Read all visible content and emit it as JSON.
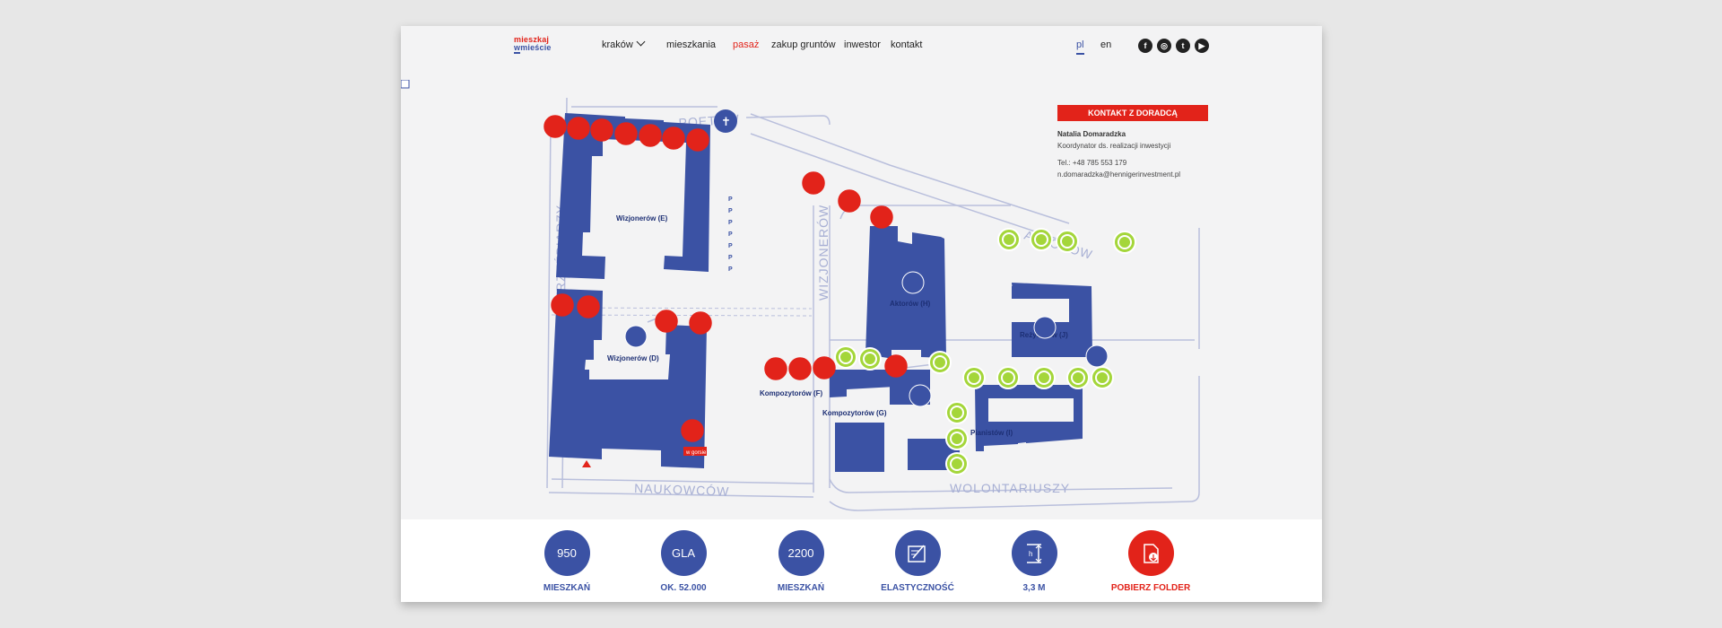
{
  "logo": {
    "line1": "mieszkaj",
    "line2_prefix": "w",
    "line2_rest": "mieście"
  },
  "nav": {
    "items": [
      {
        "label": "kraków"
      },
      {
        "label": "mieszkania"
      },
      {
        "label": "pasaż"
      },
      {
        "label": "zakup gruntów"
      },
      {
        "label": "inwestor"
      },
      {
        "label": "kontakt"
      }
    ],
    "active": "pasaż"
  },
  "languages": {
    "pl": "pl",
    "en": "en",
    "active": "pl"
  },
  "socials": [
    "facebook-icon",
    "instagram-icon",
    "twitter-icon",
    "youtube-icon"
  ],
  "map": {
    "streets": {
      "poetow": "POETÓW",
      "rzezbiarzy": "RZEŹBIARZY",
      "wizjonerow": "WIZJONERÓW",
      "aktorow": "AKTORÓW",
      "naukowcow": "NAUKOWCÓW",
      "wolontariuszy": "WOLONTARIUSZY"
    },
    "buildings": {
      "e": "Wizjonerów (E)",
      "d": "Wizjonerów (D)",
      "h": "Aktorów (H)",
      "j": "Reżyserów (J)",
      "f": "Kompozytorów (F)",
      "g": "Kompozytorów (G)",
      "i": "Pianistów (I)"
    },
    "parking_label": "P",
    "badge": "w gorsie"
  },
  "contact": {
    "button": "KONTAKT Z DORADCĄ",
    "name": "Natalia Domaradzka",
    "role": "Koordynator ds. realizacji inwestycji",
    "phone": "Tel.: +48 785 553 179",
    "email": "n.domaradzka@henniger­investment.pl"
  },
  "stats": [
    {
      "value": "950",
      "label": "MIESZKAŃ",
      "icon": ""
    },
    {
      "value": "GLA",
      "label": "OK. 52.000",
      "icon": ""
    },
    {
      "value": "2200",
      "label": "MIESZKAŃ",
      "icon": ""
    },
    {
      "value": "",
      "label": "ELASTYCZNOŚĆ",
      "icon": "blueprint-icon"
    },
    {
      "value": "",
      "label": "3,3 M",
      "icon": "ceiling-height-icon"
    },
    {
      "value": "",
      "label": "POBIERZ FOLDER",
      "icon": "download-pdf-icon"
    }
  ],
  "colors": {
    "brand_blue": "#3b52a4",
    "brand_red": "#e2231a",
    "marker_green": "#a4d63a",
    "street_line": "#b9bfdc"
  }
}
